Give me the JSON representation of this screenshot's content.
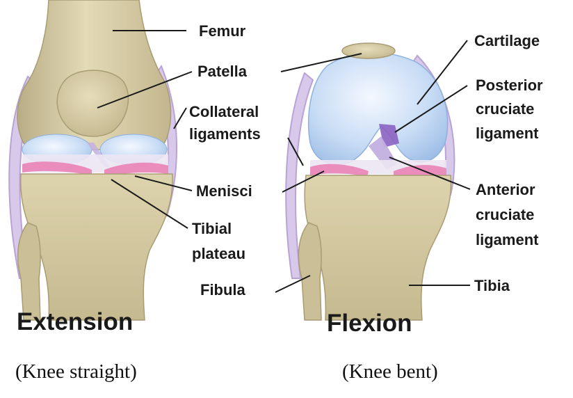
{
  "labels": {
    "femur": "Femur",
    "patella": "Patella",
    "collateral_1": "Collateral",
    "collateral_2": "ligaments",
    "menisci": "Menisci",
    "tibial_1": "Tibial",
    "tibial_2": "plateau",
    "fibula": "Fibula",
    "cartilage": "Cartilage",
    "pcl_1": "Posterior",
    "pcl_2": "cruciate",
    "pcl_3": "ligament",
    "acl_1": "Anterior",
    "acl_2": "cruciate",
    "acl_3": "ligament",
    "tibia": "Tibia"
  },
  "titles": {
    "extension": "Extension",
    "flexion": "Flexion"
  },
  "captions": {
    "extension": "(Knee straight)",
    "flexion": "(Knee bent)"
  },
  "colors": {
    "bone": "#d9cfa8",
    "bone_shade": "#b8ab82",
    "cartilage": "#b8d2f0",
    "ligament": "#c9b6e0",
    "meniscus": "#e88ab8"
  }
}
